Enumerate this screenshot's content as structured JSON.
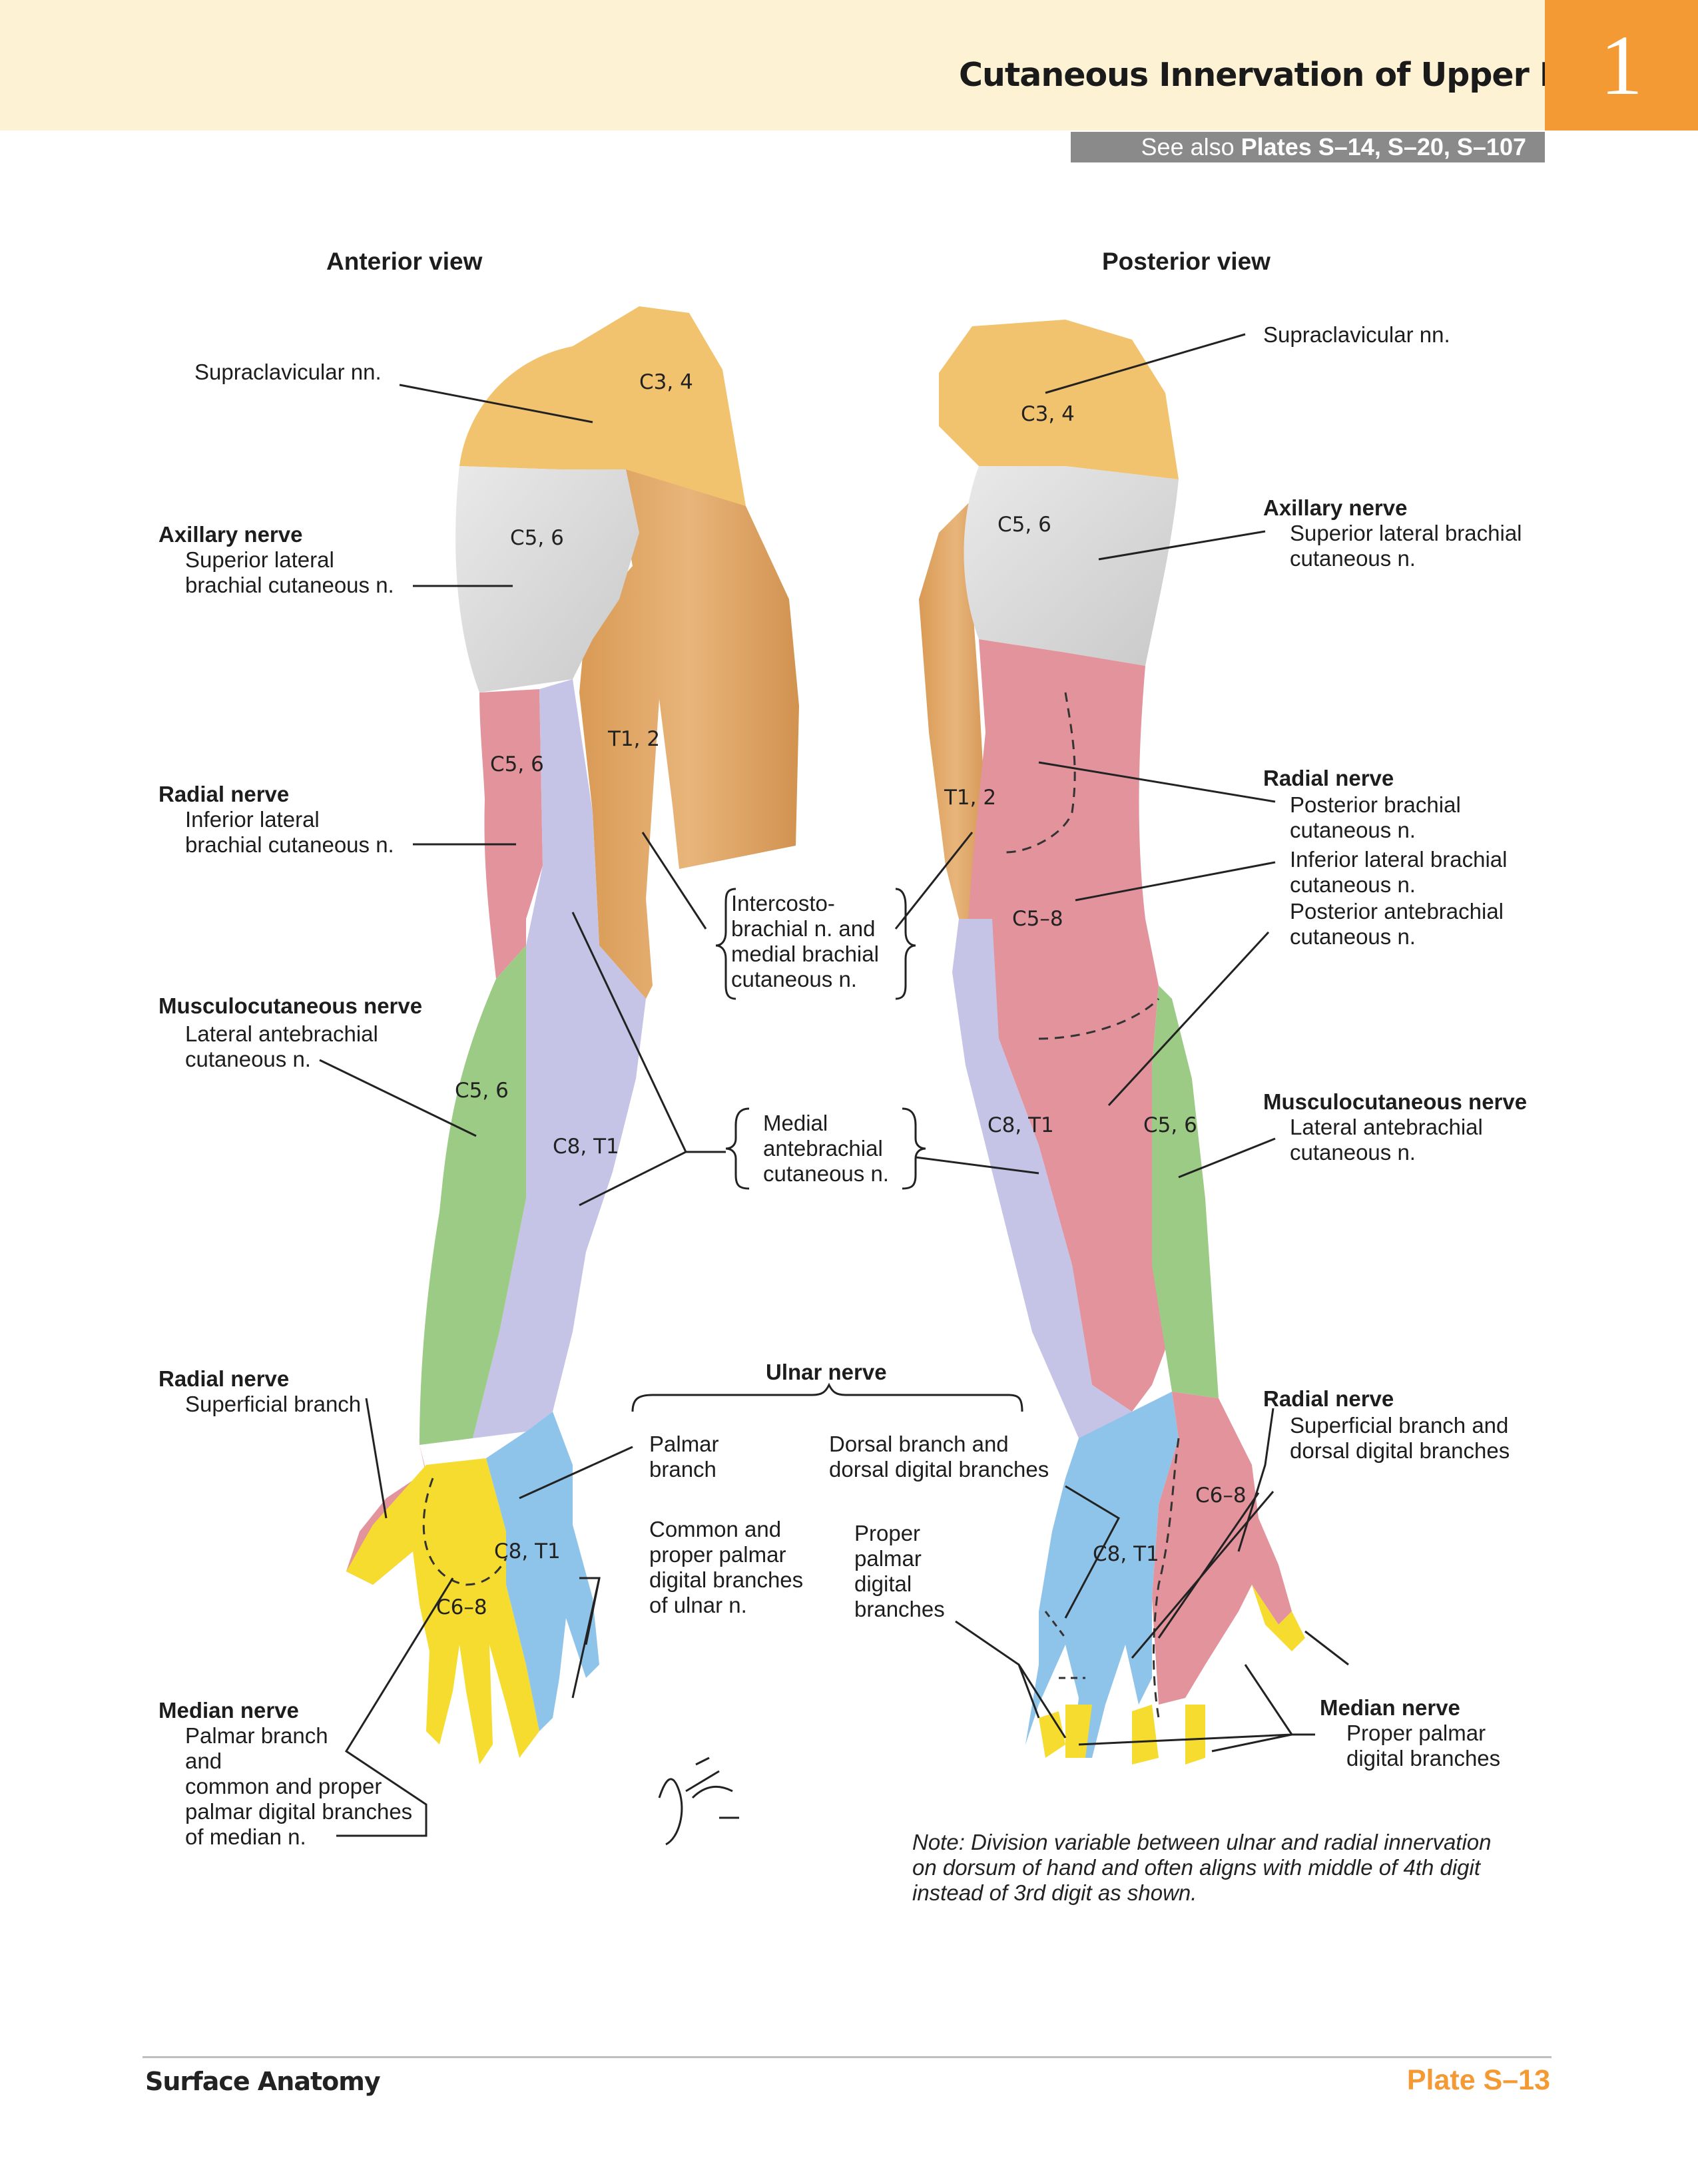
{
  "header": {
    "title": "Cutaneous Innervation of Upper Limb",
    "chapter_number": "1",
    "see_also_prefix": "See also",
    "see_also_plates": "Plates S–14, S–20, S–107"
  },
  "views": {
    "anterior": "Anterior view",
    "posterior": "Posterior view"
  },
  "anterior_labels": {
    "supraclavicular": "Supraclavicular nn.",
    "axillary_title": "Axillary nerve",
    "axillary_1": "Superior lateral",
    "axillary_2": "brachial cutaneous n.",
    "radial_title": "Radial nerve",
    "radial_1": "Inferior lateral",
    "radial_2": "brachial cutaneous n.",
    "musculo_title": "Musculocutaneous nerve",
    "musculo_1": "Lateral antebrachial",
    "musculo_2": "cutaneous n.",
    "radial_sup_title": "Radial nerve",
    "radial_sup_1": "Superficial branch",
    "median_title": "Median nerve",
    "median_1": "Palmar branch",
    "median_2": "and",
    "median_3": "common and proper",
    "median_4": "palmar digital branches",
    "median_5": "of median n."
  },
  "center_labels": {
    "interco_1": "Intercosto-",
    "interco_2": "brachial n. and",
    "interco_3": "medial brachial",
    "interco_4": "cutaneous n.",
    "medial_1": "Medial",
    "medial_2": "antebrachial",
    "medial_3": "cutaneous n.",
    "ulnar_title": "Ulnar nerve",
    "palmar_1": "Palmar",
    "palmar_2": "branch",
    "dorsal_1": "Dorsal branch and",
    "dorsal_2": "dorsal digital branches",
    "common_1": "Common and",
    "common_2": "proper palmar",
    "common_3": "digital branches",
    "common_4": "of ulnar n.",
    "proper_1": "Proper",
    "proper_2": "palmar",
    "proper_3": "digital",
    "proper_4": "branches"
  },
  "posterior_labels": {
    "supraclavicular": "Supraclavicular nn.",
    "axillary_title": "Axillary nerve",
    "axillary_1": "Superior lateral brachial",
    "axillary_2": "cutaneous n.",
    "radial_title": "Radial nerve",
    "radial_1": "Posterior brachial",
    "radial_2": "cutaneous n.",
    "radial_3": "Inferior lateral brachial",
    "radial_4": "cutaneous n.",
    "radial_5": "Posterior antebrachial",
    "radial_6": "cutaneous n.",
    "musculo_title": "Musculocutaneous nerve",
    "musculo_1": "Lateral antebrachial",
    "musculo_2": "cutaneous n.",
    "radial_sup_title": "Radial nerve",
    "radial_sup_1": "Superficial branch and",
    "radial_sup_2": "dorsal digital branches",
    "median_title": "Median nerve",
    "median_1": "Proper palmar",
    "median_2": "digital branches"
  },
  "segments": {
    "ant_c34": "C3, 4",
    "ant_c56_upper": "C5, 6",
    "ant_t12": "T1, 2",
    "ant_c56_mid": "C5, 6",
    "ant_c56_fore": "C5, 6",
    "ant_c8t1": "C8, T1",
    "ant_c8t1_hand": "C8, T1",
    "ant_c68": "C6–8",
    "post_c34": "C3, 4",
    "post_c56": "C5, 6",
    "post_t12": "T1, 2",
    "post_c58": "C5–8",
    "post_c8t1": "C8, T1",
    "post_c56_fore": "C5, 6",
    "post_c68": "C6–8",
    "post_c8t1_hand": "C8, T1"
  },
  "note": "Note: Division variable between ulnar and radial innervation on dorsum of hand and often aligns with middle of 4th digit instead of 3rd digit as shown.",
  "footer": {
    "left": "Surface Anatomy",
    "right": "Plate S–13"
  },
  "colors": {
    "supraclavicular_zone": "#f2c36e",
    "axillary_zone": "#dcdcdc",
    "radial_zone": "#e2939c",
    "musculocutaneous_zone": "#9ccb86",
    "medial_zone": "#c6c4e6",
    "intercostobrachial_zone": "#e4b278",
    "ulnar_zone": "#8fc4ea",
    "median_zone": "#f5dc2f",
    "chapter_tab": "#f39a34"
  }
}
